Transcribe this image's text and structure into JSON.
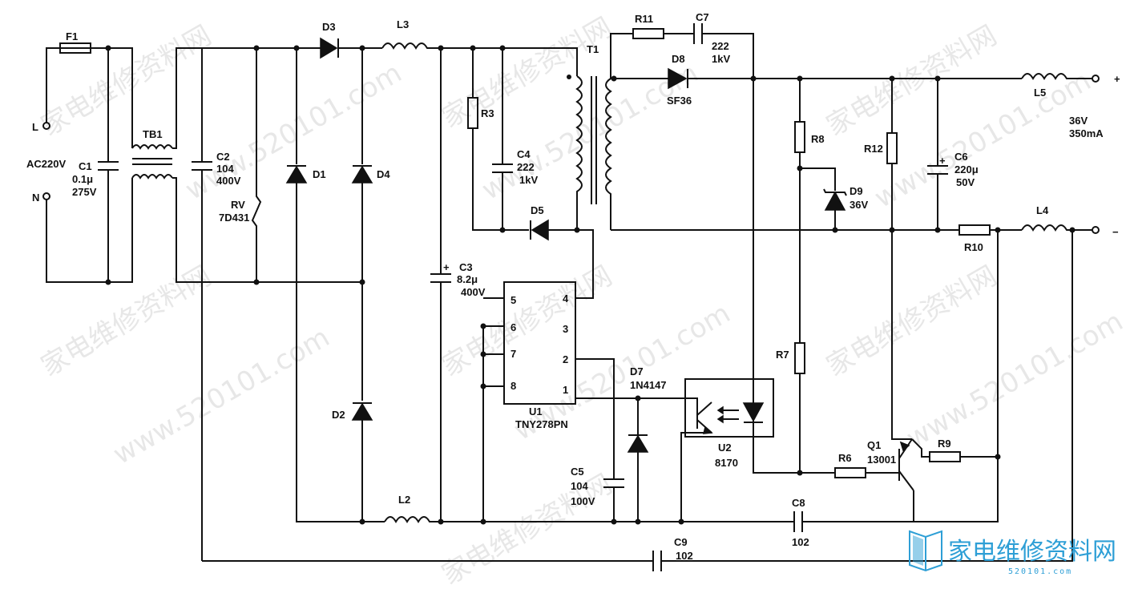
{
  "labels": {
    "F1": "F1",
    "L_in": "L",
    "N_in": "N",
    "AC": "AC220V",
    "C1": "C1",
    "C1_val": "0.1μ",
    "C1_v": "275V",
    "TB1": "TB1",
    "C2": "C2",
    "C2_val": "104",
    "C2_v": "400V",
    "RV": "RV",
    "RV_val": "7D431",
    "D1": "D1",
    "D2": "D2",
    "D3": "D3",
    "D4": "D4",
    "D5": "D5",
    "L2": "L2",
    "L3": "L3",
    "L4": "L4",
    "L5": "L5",
    "C3": "C3",
    "C3_val": "8.2μ",
    "C3_v": "400V",
    "R3": "R3",
    "C4": "C4",
    "C4_val": "222",
    "C4_v": "1kV",
    "T1": "T1",
    "R11": "R11",
    "C7": "C7",
    "C7_val": "222",
    "C7_v": "1kV",
    "D8": "D8",
    "D8_val": "SF36",
    "R8": "R8",
    "R12": "R12",
    "D9": "D9",
    "D9_val": "36V",
    "C6": "C6",
    "C6_val": "220μ",
    "C6_v": "50V",
    "out_plus": "+",
    "out_minus": "−",
    "out_v": "36V",
    "out_i": "350mA",
    "R10": "R10",
    "U1": "U1",
    "U1_val": "TNY278PN",
    "pin5": "5",
    "pin6": "6",
    "pin7": "7",
    "pin8": "8",
    "pin4": "4",
    "pin3": "3",
    "pin2": "2",
    "pin1": "1",
    "D7": "D7",
    "D7_val": "1N4147",
    "C5": "C5",
    "C5_val": "104",
    "C5_v": "100V",
    "U2": "U2",
    "U2_val": "8170",
    "R7": "R7",
    "R6": "R6",
    "Q1": "Q1",
    "Q1_val": "13001",
    "R9": "R9",
    "C8": "C8",
    "C8_val": "102",
    "C9": "C9",
    "C9_val": "102"
  },
  "watermarks": {
    "cn": "家电维修资料网",
    "url": "www.520101.com"
  },
  "logo": {
    "text": "家电维修资料网",
    "sub": "520101.com"
  },
  "colors": {
    "line": "#111111",
    "watermark": "#d4d4d4",
    "logo": "#2e9fd6"
  }
}
